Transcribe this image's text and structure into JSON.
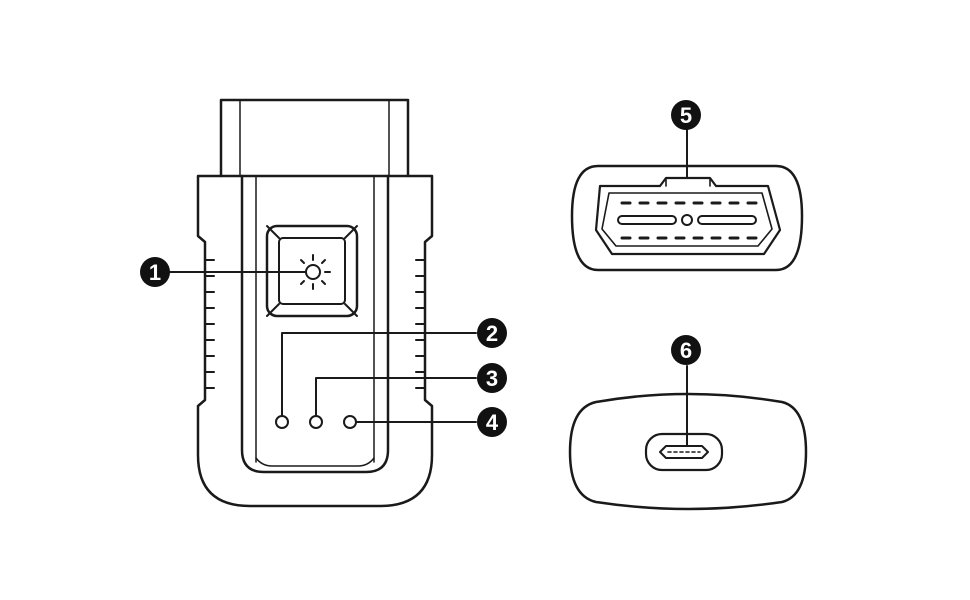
{
  "colors": {
    "line": "#1a1a1a",
    "badge_fill": "#111111",
    "badge_text": "#ffffff",
    "background": "#ffffff"
  },
  "callouts": [
    {
      "label": "1",
      "target": "sun-icon"
    },
    {
      "label": "2",
      "target": "led-1"
    },
    {
      "label": "3",
      "target": "led-2"
    },
    {
      "label": "4",
      "target": "led-3"
    },
    {
      "label": "5",
      "target": "obd-connector"
    },
    {
      "label": "6",
      "target": "usb-port"
    }
  ],
  "icons": [
    "sun-icon",
    "led-indicator",
    "obd-connector",
    "usb-port"
  ]
}
